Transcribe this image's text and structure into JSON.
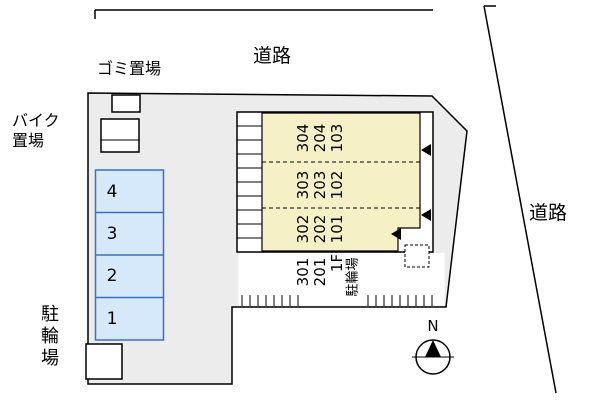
{
  "roads": {
    "top": "道路",
    "right": "道路"
  },
  "areas": {
    "garbage": "ゴミ置場",
    "bike_storage": [
      "バイク",
      "置場"
    ],
    "bicycle_parking_chars": [
      "駐",
      "輪",
      "場"
    ]
  },
  "parking_stalls": [
    "4",
    "3",
    "2",
    "1"
  ],
  "building": {
    "col_3f": [
      "304",
      "303",
      "302",
      "301"
    ],
    "col_2f": [
      "204",
      "203",
      "202",
      "201"
    ],
    "col_1f": [
      "103",
      "102",
      "101",
      "1F"
    ],
    "bike_area_label": "駐輪場"
  },
  "compass": {
    "north": "N"
  },
  "colors": {
    "parcel_fill": "#ececec",
    "parking_fill": "#d6e9fb",
    "parking_border": "#3a6fc4",
    "building_fill": "#f6f0c6",
    "line": "#000000"
  }
}
